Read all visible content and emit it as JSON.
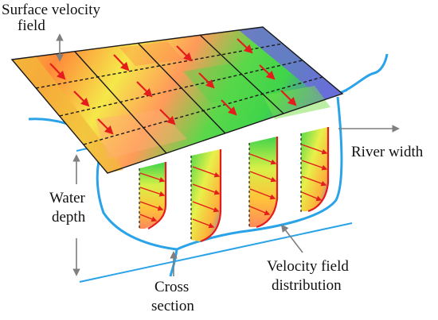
{
  "labels": {
    "surface_velocity_line1": "Surface velocity",
    "surface_velocity_line2": "field",
    "river_width": "River width",
    "water_depth_line1": "Water",
    "water_depth_line2": "depth",
    "cross_section_line1": "Cross",
    "cross_section_line2": "section",
    "velocity_field_line1": "Velocity field",
    "velocity_field_line2": "distribution"
  },
  "colors": {
    "river_line": "#2aa3e8",
    "velocity_arrow": "#e51c1c",
    "grid_line": "#1a1a1a",
    "pointer_arrow": "#7f7f7f",
    "heat_low": "#5f6fd8",
    "heat_mid": "#3fd44a",
    "heat_high": "#ff9f3a"
  }
}
